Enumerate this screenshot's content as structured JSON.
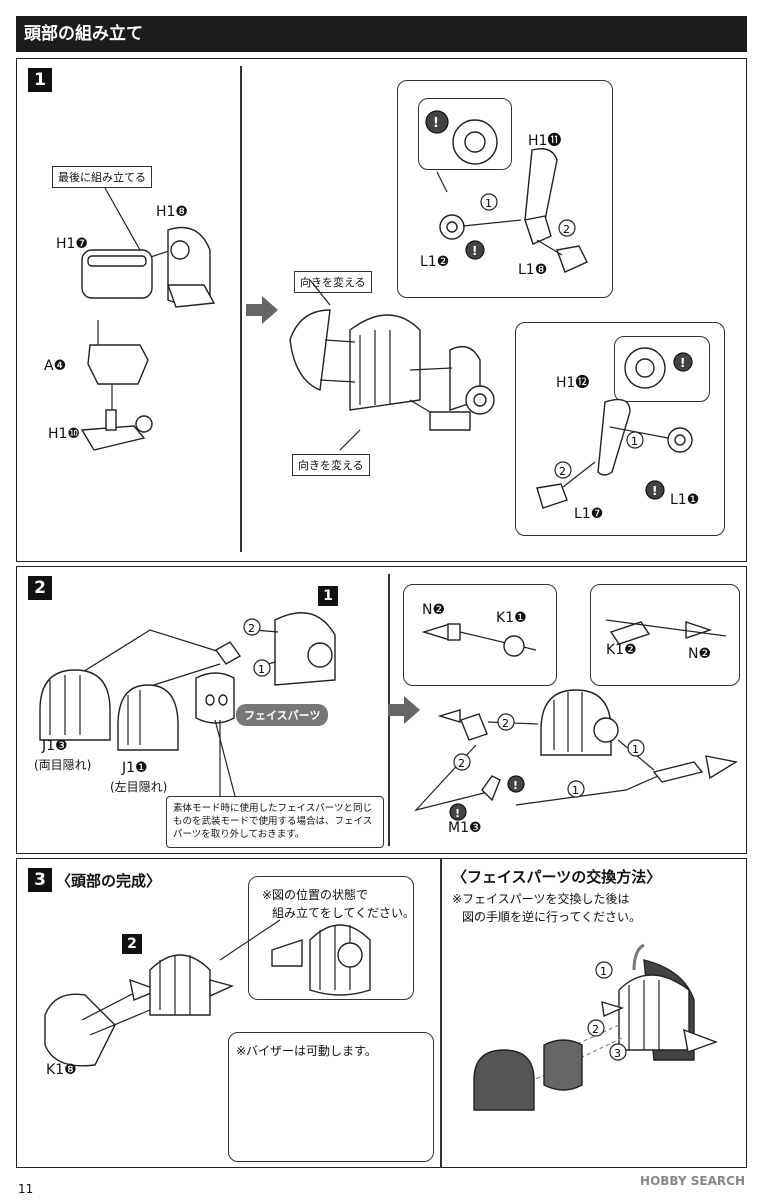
{
  "header": {
    "title": "頭部の組み立て"
  },
  "step1": {
    "number": "1",
    "last_assemble_label": "最後に組み立てる",
    "labels": {
      "h1_8": "H1❽",
      "h1_7": "H1❼",
      "a_4": "A❹",
      "h1_10": "H1❿",
      "h1_11": "H1⓫",
      "l1_2": "L1❷",
      "l1_8": "L1❽",
      "h1_12": "H1⓬",
      "l1_7": "L1❼",
      "l1_1": "L1❶"
    },
    "change_dir_label_1": "向きを変える",
    "change_dir_label_2": "向きを変える",
    "order": {
      "one": "1",
      "two": "2"
    }
  },
  "step2": {
    "number": "2",
    "ref_number": "1",
    "face_parts_label": "フェイスパーツ",
    "j1_3": "J1❸",
    "j1_3_note": "(両目隠れ)",
    "j1_1": "J1❶",
    "j1_1_note": "(左目隠れ)",
    "note_line1": "素体モード時に使用したフェイスパーツと同じ",
    "note_line2": "ものを武装モードで使用する場合は、フェイス",
    "note_line3": "パーツを取り外しておきます。",
    "n_2_a": "N❷",
    "k1_1": "K1❶",
    "k1_2": "K1❷",
    "n_2_b": "N❷",
    "m1_3": "M1❸",
    "order": {
      "one": "1",
      "two": "2"
    }
  },
  "step3": {
    "number": "3",
    "title": "〈頭部の完成〉",
    "ref_number": "2",
    "position_note_line1": "※図の位置の状態で",
    "position_note_line2": "組み立てをしてください。",
    "visor_note": "※バイザーは可動します。",
    "k1_8": "K1❽"
  },
  "face_swap": {
    "title": "〈フェイスパーツの交換方法〉",
    "note_line1": "※フェイスパーツを交換した後は",
    "note_line2": "図の手順を逆に行ってください。",
    "order": {
      "one": "1",
      "two": "2",
      "three": "3"
    }
  },
  "footer": {
    "page_number": "11",
    "watermark": "HOBBY SEARCH"
  }
}
